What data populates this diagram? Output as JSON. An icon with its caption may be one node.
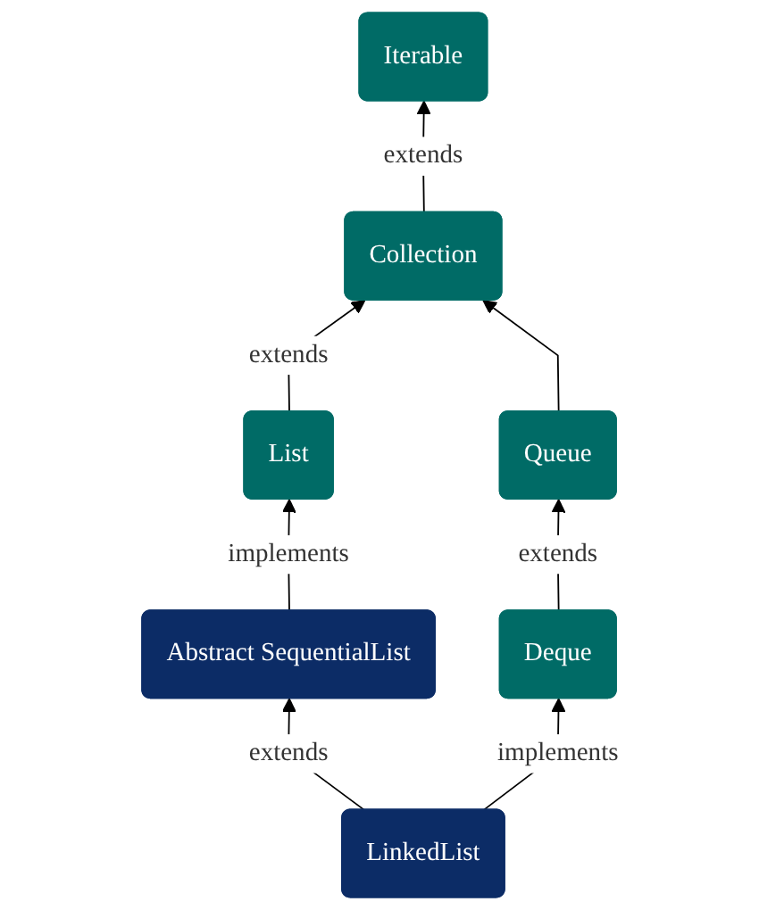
{
  "diagram": {
    "nodes": [
      {
        "text": [
          "Iterable"
        ]
      },
      {
        "text": [
          "Collection"
        ]
      },
      {
        "text": [
          "List"
        ]
      },
      {
        "text": [
          "Queue"
        ]
      },
      {
        "text": [
          "Abstract SequentialList"
        ]
      },
      {
        "text": [
          "Deque"
        ]
      },
      {
        "text": [
          "LinkedList"
        ]
      }
    ],
    "edges": [
      {
        "from": 1,
        "to": 0,
        "arrow": "to",
        "label": "extends"
      },
      {
        "from": 2,
        "to": 1,
        "arrow": "to",
        "label": "extends"
      },
      {
        "from": 3,
        "to": 1,
        "arrow": "to"
      },
      {
        "from": 4,
        "to": 2,
        "arrow": "to",
        "label": "implements"
      },
      {
        "from": 5,
        "to": 3,
        "arrow": "to",
        "label": "extends"
      },
      {
        "from": 6,
        "to": 4,
        "arrow": "to",
        "label": "extends"
      },
      {
        "from": 6,
        "to": 5,
        "arrow": "to",
        "label": "implements"
      }
    ]
  }
}
